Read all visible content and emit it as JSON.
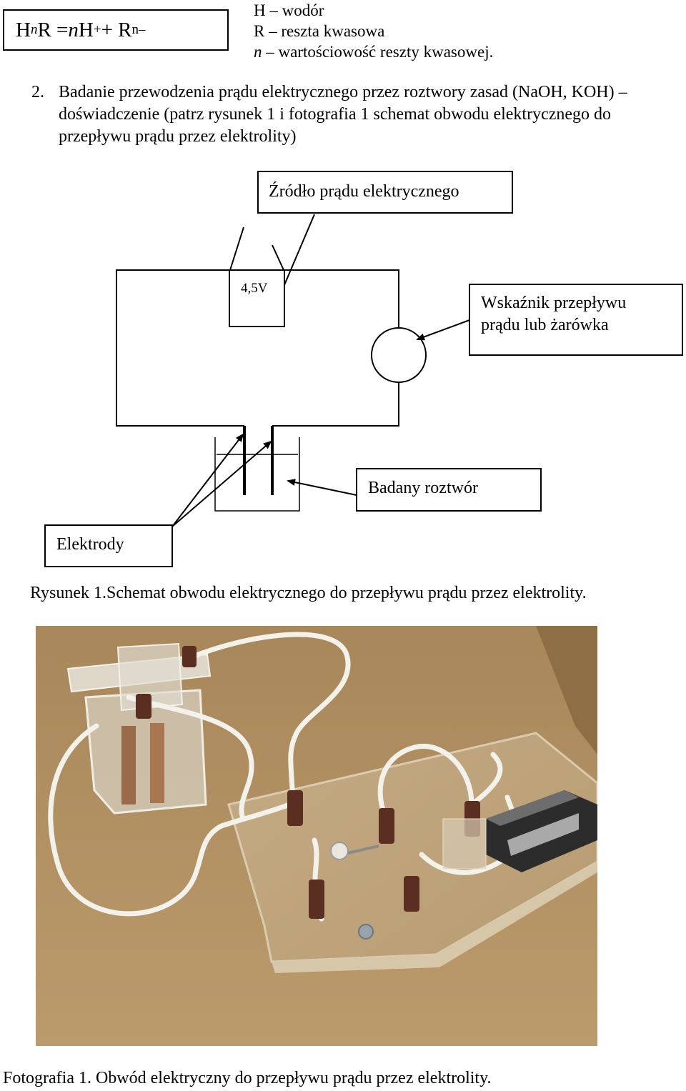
{
  "formula": {
    "parts": [
      "H",
      "n",
      "R = ",
      "n",
      " H",
      "+",
      " + R",
      "n–"
    ]
  },
  "legend": {
    "line1": "H – wodór",
    "line2": "R – reszta kwasowa",
    "line3_var": "n",
    "line3_rest": " – wartościowość reszty kwasowej."
  },
  "paragraph": {
    "number": "2.",
    "text": "Badanie przewodzenia prądu elektrycznego przez roztwory zasad (NaOH, KOH) – doświadczenie (patrz rysunek 1 i fotografia 1 schemat obwodu elektrycznego do przepływu prądu przez elektrolity)"
  },
  "diagram": {
    "source_label": "Źródło prądu elektrycznego",
    "voltage_label": "4,5V",
    "indicator_label_line1": "Wskaźnik przepływu",
    "indicator_label_line2": "prądu lub żarówka",
    "solution_label": "Badany roztwór",
    "electrodes_label": "Elektrody"
  },
  "caption1": "Rysunek 1.Schemat obwodu elektrycznego do przepływu prądu przez elektrolity.",
  "caption2": "Fotografia 1. Obwód elektryczny do przepływu prądu przez elektrolity.",
  "colors": {
    "photo_table": "#b08f62",
    "photo_table_dark": "#8e6e45",
    "wire": "#f2f1ea",
    "battery": "#2c2c2c"
  }
}
